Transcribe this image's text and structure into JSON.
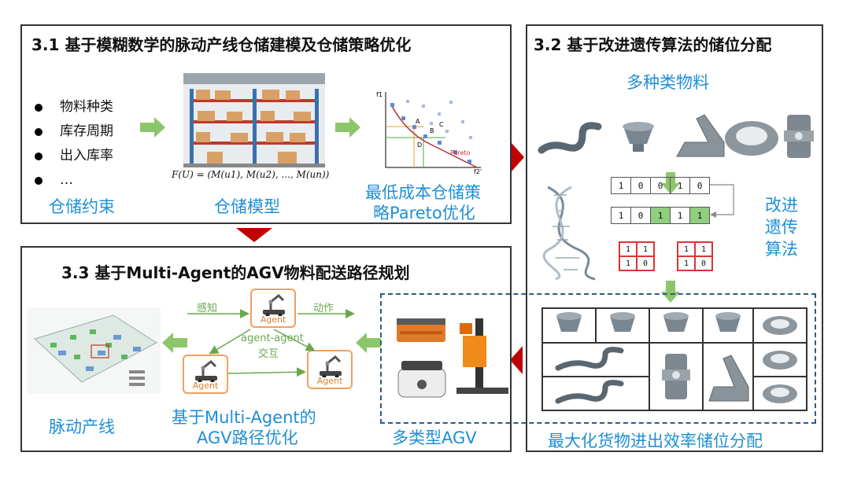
{
  "panel_31": {
    "title": "3.1 基于模糊数学的脉动产线仓储建模及仓储策略优化",
    "bullets": [
      "物料种类",
      "库存周期",
      "出入库率",
      "…"
    ],
    "formula": "F(U) = (M(u1), M(u2), ..., M(un))",
    "label_constraint": "仓储约束",
    "label_model": "仓储模型",
    "label_strategy_1": "最低成本仓储策",
    "label_strategy_2": "略Pareto优化",
    "pareto": {
      "f1": "f1",
      "f2": "f2'",
      "A": "A",
      "B": "B",
      "C": "C",
      "D": "D",
      "curve": "Pareto"
    }
  },
  "panel_32": {
    "title": "3.2 基于改进遗传算法的储位分配",
    "materials_label": "多种类物料",
    "chrom1": [
      "1",
      "0",
      "0",
      "1",
      "0"
    ],
    "chrom2": [
      "1",
      "0",
      "1",
      "1",
      "1"
    ],
    "mini_a": [
      "1",
      "1",
      "1",
      "0"
    ],
    "mini_b": [
      "1",
      "1",
      "1",
      "0"
    ],
    "ga_label": [
      "改进",
      "遗传",
      "算法"
    ],
    "result_label": "最大化货物进出效率储位分配"
  },
  "panel_33": {
    "title": "3.3 基于Multi-Agent的AGV物料配送路径规划",
    "agent_label": "Agent",
    "perceive": "感知",
    "act": "动作",
    "interaction_1": "agent-agent",
    "interaction_2": "交互",
    "label_line": "脉动产线",
    "label_opt_1": "基于Multi-Agent的",
    "label_opt_2": "AGV路径优化",
    "label_agv": "多类型AGV"
  },
  "colors": {
    "blue": "#1f8fd6",
    "green_arrow": "#8cc66a",
    "red_arrow": "#c00000",
    "agent_border": "#f0a060"
  }
}
